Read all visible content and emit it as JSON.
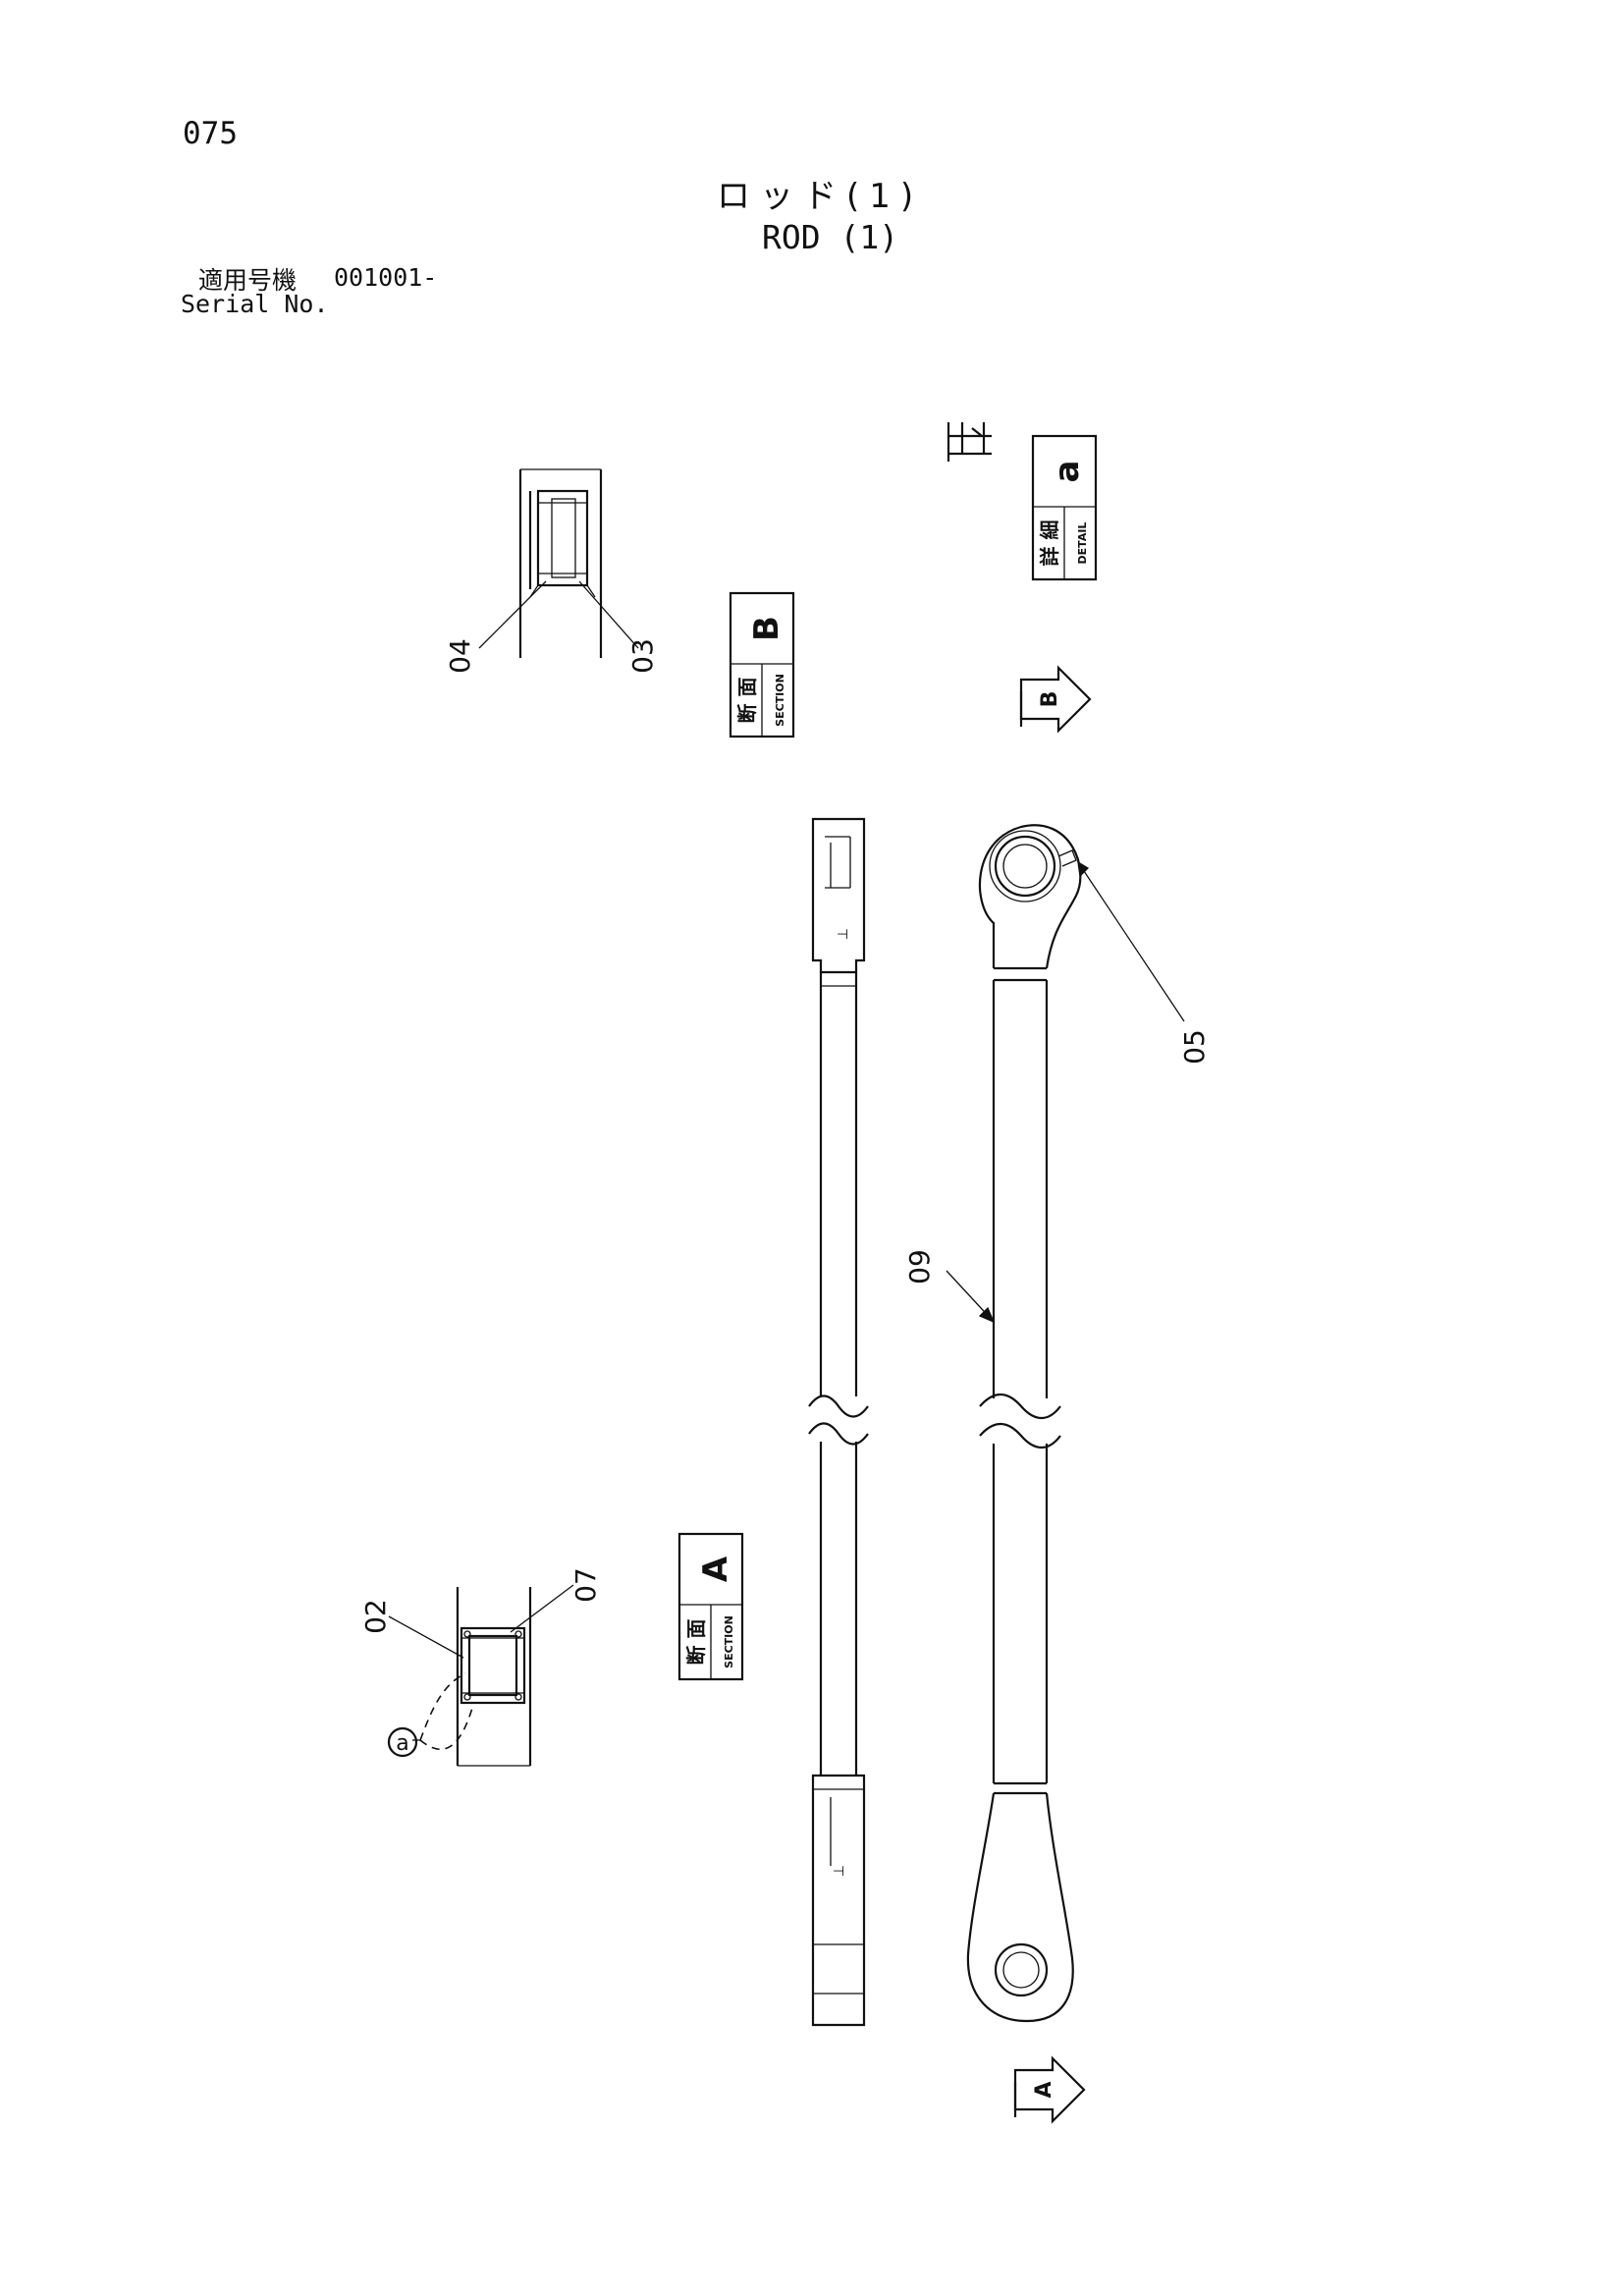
{
  "header": {
    "page_number": "075",
    "title_jp": "ロッド(1)",
    "title_en": "ROD (1)",
    "serial_label_jp": "適用号機",
    "serial_code": "001001-",
    "serial_label_en": "Serial No."
  },
  "views": {
    "detail_a": {
      "jp": "詳 細",
      "en": "DETAIL",
      "letter": "a"
    },
    "section_b": {
      "jp": "断 面",
      "en": "SECTION",
      "letter": "B"
    },
    "section_a": {
      "jp": "断 面",
      "en": "SECTION",
      "letter": "A"
    },
    "arrow_b": "B",
    "arrow_a": "A",
    "detail_callout": "a"
  },
  "parts": {
    "p02": "02",
    "p03": "03",
    "p04": "04",
    "p05": "05",
    "p07": "07",
    "p09": "09"
  }
}
